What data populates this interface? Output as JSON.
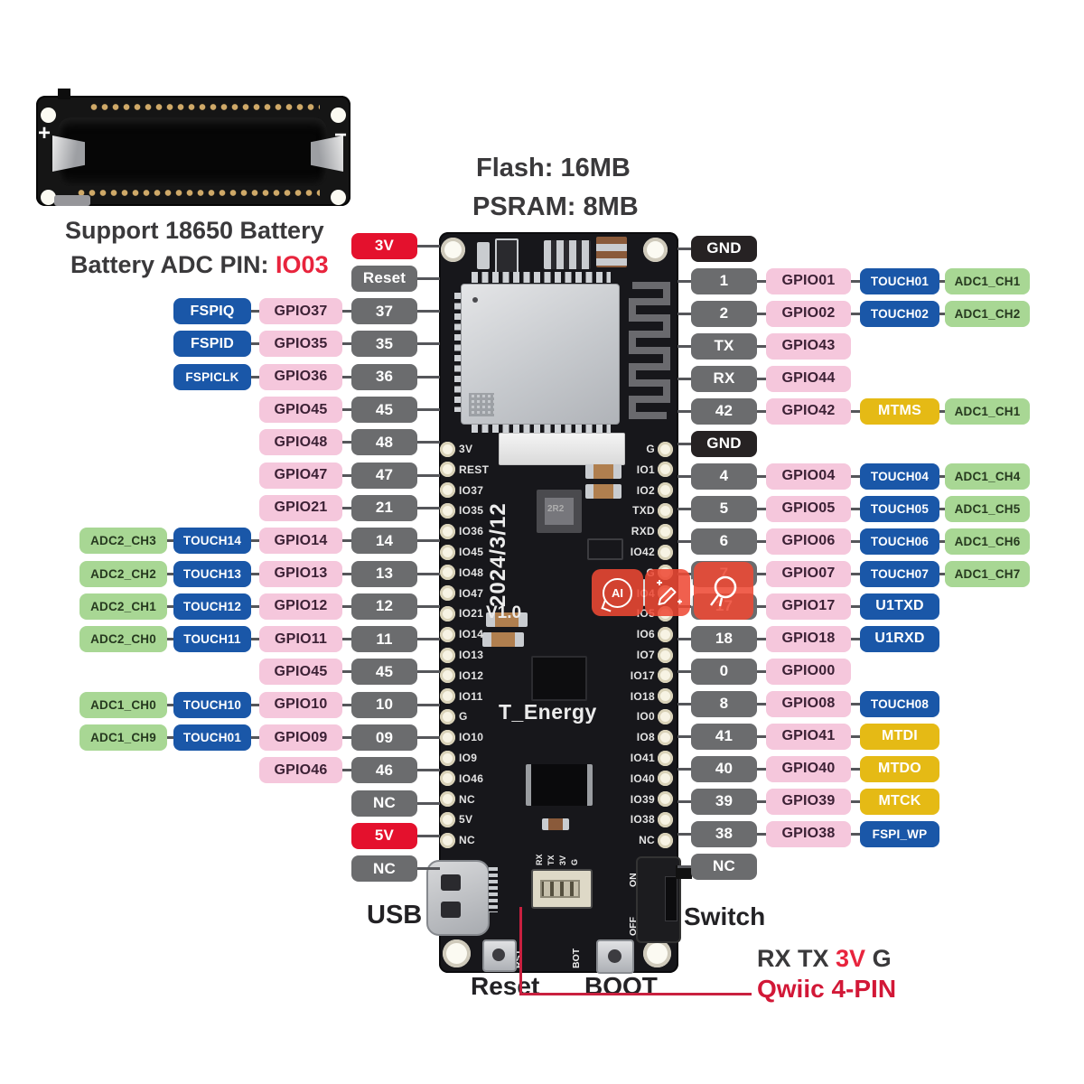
{
  "header": {
    "flash_label": "Flash: 16MB",
    "psram_label": "PSRAM: 8MB"
  },
  "battery": {
    "support_label": "Support 18650 Battery",
    "adc_line_parts": [
      {
        "text": "Battery ADC PIN: ",
        "color": "#3a393b"
      },
      {
        "text": "IO03",
        "color": "#e8243d"
      }
    ],
    "plus": "+",
    "minus": "−"
  },
  "board": {
    "date": "2024/3/12",
    "version": "V1.0",
    "name": "T_Energy",
    "inductor_value": "2R2",
    "rst": "RST",
    "bot": "BOT",
    "on": "ON",
    "off": "OFF",
    "left_silk": [
      "3V",
      "REST",
      "IO37",
      "IO35",
      "IO36",
      "IO45",
      "IO48",
      "IO47",
      "IO21",
      "IO14",
      "IO13",
      "IO12",
      "IO11",
      "G",
      "IO10",
      "IO9",
      "IO46",
      "NC",
      "5V",
      "NC"
    ],
    "right_silk": [
      "G",
      "IO1",
      "IO2",
      "TXD",
      "RXD",
      "IO42",
      "G",
      "IO4",
      "IO5",
      "IO6",
      "IO7",
      "IO17",
      "IO18",
      "IO0",
      "IO8",
      "IO41",
      "IO40",
      "IO39",
      "IO38",
      "NC"
    ],
    "qwiic_silk": [
      "RX",
      "TX",
      "3V",
      "G"
    ]
  },
  "labels": {
    "usb": "USB",
    "reset": "Reset",
    "boot": "BOOT",
    "switch": "Switch",
    "qwiic": "Qwiic 4-PIN",
    "qwiic_color": "#d21837",
    "rxtx_parts": [
      {
        "text": "RX",
        "color": "#3a393b"
      },
      {
        "text": "TX",
        "color": "#3a393b"
      },
      {
        "text": "3V",
        "color": "#e8243d"
      },
      {
        "text": "G",
        "color": "#3a393b"
      }
    ]
  },
  "watermark": {
    "ai_label": "AI",
    "icons": [
      "ai-assistant",
      "edit-pencil",
      "magnifier"
    ]
  },
  "pinout": {
    "palette": {
      "red": {
        "bg": "#e4112d",
        "fg": "#ffffff"
      },
      "gray": {
        "bg": "#6b6c6e",
        "fg": "#ffffff"
      },
      "dark": {
        "bg": "#262223",
        "fg": "#ffffff"
      },
      "pink": {
        "bg": "#f5c7dc",
        "fg": "#3c2135"
      },
      "blue": {
        "bg": "#1a57a8",
        "fg": "#ffffff"
      },
      "green": {
        "bg": "#a8d794",
        "fg": "#26391f"
      },
      "yellow": {
        "bg": "#e5ba15",
        "fg": "#ffffff"
      },
      "line": "#55565a"
    },
    "left_rows": [
      [
        [
          "pin",
          "3V",
          "red"
        ]
      ],
      [
        [
          "pin",
          "Reset",
          "gray"
        ]
      ],
      [
        [
          "touch",
          "FSPIQ",
          "blue"
        ],
        [
          "gpio",
          "GPIO37",
          "pink"
        ],
        [
          "pin",
          "37",
          "gray"
        ]
      ],
      [
        [
          "touch",
          "FSPID",
          "blue"
        ],
        [
          "gpio",
          "GPIO35",
          "pink"
        ],
        [
          "pin",
          "35",
          "gray"
        ]
      ],
      [
        [
          "touch",
          "FSPICLK",
          "blue"
        ],
        [
          "gpio",
          "GPIO36",
          "pink"
        ],
        [
          "pin",
          "36",
          "gray"
        ]
      ],
      [
        [
          "gpio",
          "GPIO45",
          "pink"
        ],
        [
          "pin",
          "45",
          "gray"
        ]
      ],
      [
        [
          "gpio",
          "GPIO48",
          "pink"
        ],
        [
          "pin",
          "48",
          "gray"
        ]
      ],
      [
        [
          "gpio",
          "GPIO47",
          "pink"
        ],
        [
          "pin",
          "47",
          "gray"
        ]
      ],
      [
        [
          "gpio",
          "GPIO21",
          "pink"
        ],
        [
          "pin",
          "21",
          "gray"
        ]
      ],
      [
        [
          "adc",
          "ADC2_CH3",
          "green"
        ],
        [
          "touch",
          "TOUCH14",
          "blue"
        ],
        [
          "gpio",
          "GPIO14",
          "pink"
        ],
        [
          "pin",
          "14",
          "gray"
        ]
      ],
      [
        [
          "adc",
          "ADC2_CH2",
          "green"
        ],
        [
          "touch",
          "TOUCH13",
          "blue"
        ],
        [
          "gpio",
          "GPIO13",
          "pink"
        ],
        [
          "pin",
          "13",
          "gray"
        ]
      ],
      [
        [
          "adc",
          "ADC2_CH1",
          "green"
        ],
        [
          "touch",
          "TOUCH12",
          "blue"
        ],
        [
          "gpio",
          "GPIO12",
          "pink"
        ],
        [
          "pin",
          "12",
          "gray"
        ]
      ],
      [
        [
          "adc",
          "ADC2_CH0",
          "green"
        ],
        [
          "touch",
          "TOUCH11",
          "blue"
        ],
        [
          "gpio",
          "GPIO11",
          "pink"
        ],
        [
          "pin",
          "11",
          "gray"
        ]
      ],
      [
        [
          "gpio",
          "GPIO45",
          "pink"
        ],
        [
          "pin",
          "45",
          "gray"
        ]
      ],
      [
        [
          "adc",
          "ADC1_CH0",
          "green"
        ],
        [
          "touch",
          "TOUCH10",
          "blue"
        ],
        [
          "gpio",
          "GPIO10",
          "pink"
        ],
        [
          "pin",
          "10",
          "gray"
        ]
      ],
      [
        [
          "adc",
          "ADC1_CH9",
          "green"
        ],
        [
          "touch",
          "TOUCH01",
          "blue"
        ],
        [
          "gpio",
          "GPIO09",
          "pink"
        ],
        [
          "pin",
          "09",
          "gray"
        ]
      ],
      [
        [
          "gpio",
          "GPIO46",
          "pink"
        ],
        [
          "pin",
          "46",
          "gray"
        ]
      ],
      [
        [
          "pin",
          "NC",
          "gray"
        ]
      ],
      [
        [
          "pin",
          "5V",
          "red"
        ]
      ],
      [
        [
          "pin",
          "NC",
          "gray"
        ]
      ]
    ],
    "right_rows": [
      [
        [
          "pin",
          "GND",
          "dark"
        ]
      ],
      [
        [
          "pin",
          "1",
          "gray"
        ],
        [
          "gpio",
          "GPIO01",
          "pink"
        ],
        [
          "func",
          "TOUCH01",
          "blue"
        ],
        [
          "adc",
          "ADC1_CH1",
          "green"
        ]
      ],
      [
        [
          "pin",
          "2",
          "gray"
        ],
        [
          "gpio",
          "GPIO02",
          "pink"
        ],
        [
          "func",
          "TOUCH02",
          "blue"
        ],
        [
          "adc",
          "ADC1_CH2",
          "green"
        ]
      ],
      [
        [
          "pin",
          "TX",
          "gray"
        ],
        [
          "gpio",
          "GPIO43",
          "pink"
        ]
      ],
      [
        [
          "pin",
          "RX",
          "gray"
        ],
        [
          "gpio",
          "GPIO44",
          "pink"
        ]
      ],
      [
        [
          "pin",
          "42",
          "gray"
        ],
        [
          "gpio",
          "GPIO42",
          "pink"
        ],
        [
          "func",
          "MTMS",
          "yellow"
        ],
        [
          "adc",
          "ADC1_CH1",
          "green"
        ]
      ],
      [
        [
          "pin",
          "GND",
          "dark"
        ]
      ],
      [
        [
          "pin",
          "4",
          "gray"
        ],
        [
          "gpio",
          "GPIO04",
          "pink"
        ],
        [
          "func",
          "TOUCH04",
          "blue"
        ],
        [
          "adc",
          "ADC1_CH4",
          "green"
        ]
      ],
      [
        [
          "pin",
          "5",
          "gray"
        ],
        [
          "gpio",
          "GPIO05",
          "pink"
        ],
        [
          "func",
          "TOUCH05",
          "blue"
        ],
        [
          "adc",
          "ADC1_CH5",
          "green"
        ]
      ],
      [
        [
          "pin",
          "6",
          "gray"
        ],
        [
          "gpio",
          "GPIO06",
          "pink"
        ],
        [
          "func",
          "TOUCH06",
          "blue"
        ],
        [
          "adc",
          "ADC1_CH6",
          "green"
        ]
      ],
      [
        [
          "pin",
          "7",
          "gray"
        ],
        [
          "gpio",
          "GPIO07",
          "pink"
        ],
        [
          "func",
          "TOUCH07",
          "blue"
        ],
        [
          "adc",
          "ADC1_CH7",
          "green"
        ]
      ],
      [
        [
          "pin",
          "17",
          "gray"
        ],
        [
          "gpio",
          "GPIO17",
          "pink"
        ],
        [
          "func",
          "U1TXD",
          "blue"
        ]
      ],
      [
        [
          "pin",
          "18",
          "gray"
        ],
        [
          "gpio",
          "GPIO18",
          "pink"
        ],
        [
          "func",
          "U1RXD",
          "blue"
        ]
      ],
      [
        [
          "pin",
          "0",
          "gray"
        ],
        [
          "gpio",
          "GPIO00",
          "pink"
        ]
      ],
      [
        [
          "pin",
          "8",
          "gray"
        ],
        [
          "gpio",
          "GPIO08",
          "pink"
        ],
        [
          "func",
          "TOUCH08",
          "blue"
        ]
      ],
      [
        [
          "pin",
          "41",
          "gray"
        ],
        [
          "gpio",
          "GPIO41",
          "pink"
        ],
        [
          "func",
          "MTDI",
          "yellow"
        ]
      ],
      [
        [
          "pin",
          "40",
          "gray"
        ],
        [
          "gpio",
          "GPIO40",
          "pink"
        ],
        [
          "func",
          "MTDO",
          "yellow"
        ]
      ],
      [
        [
          "pin",
          "39",
          "gray"
        ],
        [
          "gpio",
          "GPIO39",
          "pink"
        ],
        [
          "func",
          "MTCK",
          "yellow"
        ]
      ],
      [
        [
          "pin",
          "38",
          "gray"
        ],
        [
          "gpio",
          "GPIO38",
          "pink"
        ],
        [
          "func",
          "FSPI_WP",
          "blue"
        ]
      ],
      [
        [
          "pin",
          "NC",
          "gray"
        ]
      ]
    ]
  }
}
